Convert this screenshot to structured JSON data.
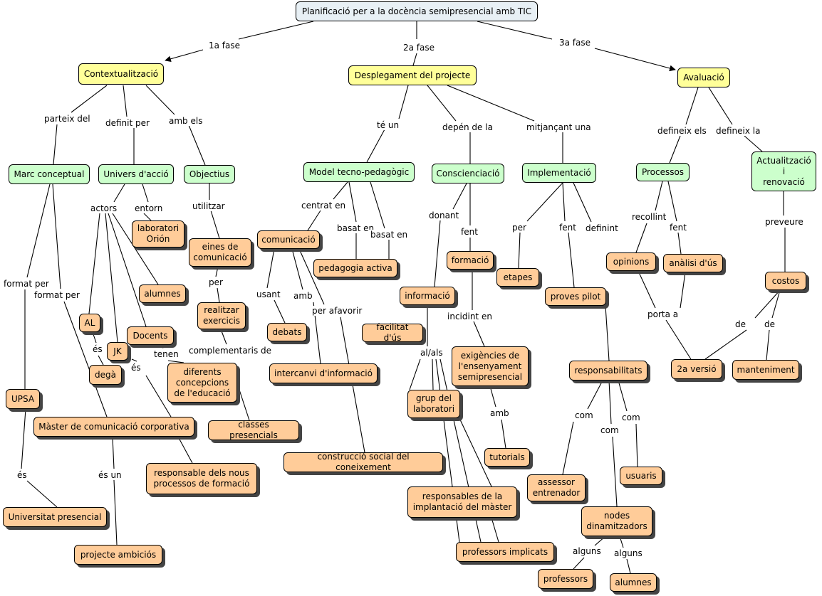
{
  "root": "Planificació per a la docència semipresencial amb TIC",
  "nodes": {
    "contextualitzacio": "Contextualització",
    "desplegament": "Desplegament del projecte",
    "avaluacio": "Avaluació",
    "marc": "Marc conceptual",
    "univers": "Univers d'acció",
    "objectius": "Objectius",
    "model": "Model tecno-pedagògic",
    "conscienciacio": "Conscienciació",
    "implementacio": "Implementació",
    "processos": "Processos",
    "actualitzacio": "Actualització\ni\nrenovació",
    "laboratori": "laboratori\nOrión",
    "eines": "eines de\ncomunicació",
    "comunicacio": "comunicació",
    "pedagogia": "pedagogia activa",
    "formacio": "formació",
    "informacio": "informació",
    "etapes": "etapes",
    "proves": "proves pilot",
    "opinions": "opinions",
    "analisi": "anàlisi d'ús",
    "costos": "costos",
    "alumnes1": "alumnes",
    "realitzar": "realitzar\nexercicis",
    "al": "AL",
    "docents": "Docents",
    "jk": "JK",
    "dega": "degà",
    "debats": "debats",
    "facilitat": "facilitat d'ús",
    "exigencies": "exigències de\nl'ensenyament\nsemipresencial",
    "diferents": "diferents\nconcepcions\nde l'educació",
    "intercanvi": "intercanvi d'informació",
    "responsabilitats": "responsabilitats",
    "versio": "2a versió",
    "manteniment": "manteniment",
    "upsa": "UPSA",
    "grup": "grup del\nlaboratori",
    "master": "Màster de comunicació corporativa",
    "classes": "classes presencials",
    "construccio": "construcció social del coneixement",
    "tutorials": "tutorials",
    "usuaris": "usuaris",
    "responsable_nous": "responsable dels nous\nprocessos de formació",
    "assessor": "assessor\nentrenador",
    "responsables_imp": "responsables de la\nimplantació del màster",
    "universitat": "Universitat presencial",
    "nodes_din": "nodes\ndinamitzadors",
    "projecte": "projecte ambiciós",
    "professors_imp": "professors implicats",
    "professors": "professors",
    "alumnes2": "alumnes"
  },
  "links": {
    "fase1": "1a fase",
    "fase2": "2a fase",
    "fase3": "3a fase",
    "parteix": "parteix del",
    "definit": "definit per",
    "amb_els": "amb els",
    "te_un": "té un",
    "depen": "depén de la",
    "mitjancant": "mitjançant una",
    "defineix_els": "defineix els",
    "defineix_la": "defineix la",
    "actors": "actors",
    "entorn": "entorn",
    "utilitzar": "utilitzar",
    "centrat": "centrat en",
    "basat1": "basat en",
    "basat2": "basat en",
    "donant": "donant",
    "fent1": "fent",
    "per1": "per",
    "fent2": "fent",
    "definint": "definint",
    "recollint": "recollint",
    "fent3": "fent",
    "preveure": "preveure",
    "format1": "format per",
    "format2": "format per",
    "per2": "per",
    "usant": "usant",
    "amb1": "amb",
    "afavorir": "per afavorir",
    "incidint": "incidint en",
    "porta": "porta a",
    "de1": "de",
    "de2": "de",
    "es1": "és",
    "es2": "és",
    "tenen": "tenen",
    "complementaris": "complementaris de",
    "al_als": "al/als",
    "amb2": "amb",
    "com1": "com",
    "com2": "com",
    "com3": "com",
    "es3": "és",
    "es_un": "és un",
    "alguns1": "alguns",
    "alguns2": "alguns"
  }
}
